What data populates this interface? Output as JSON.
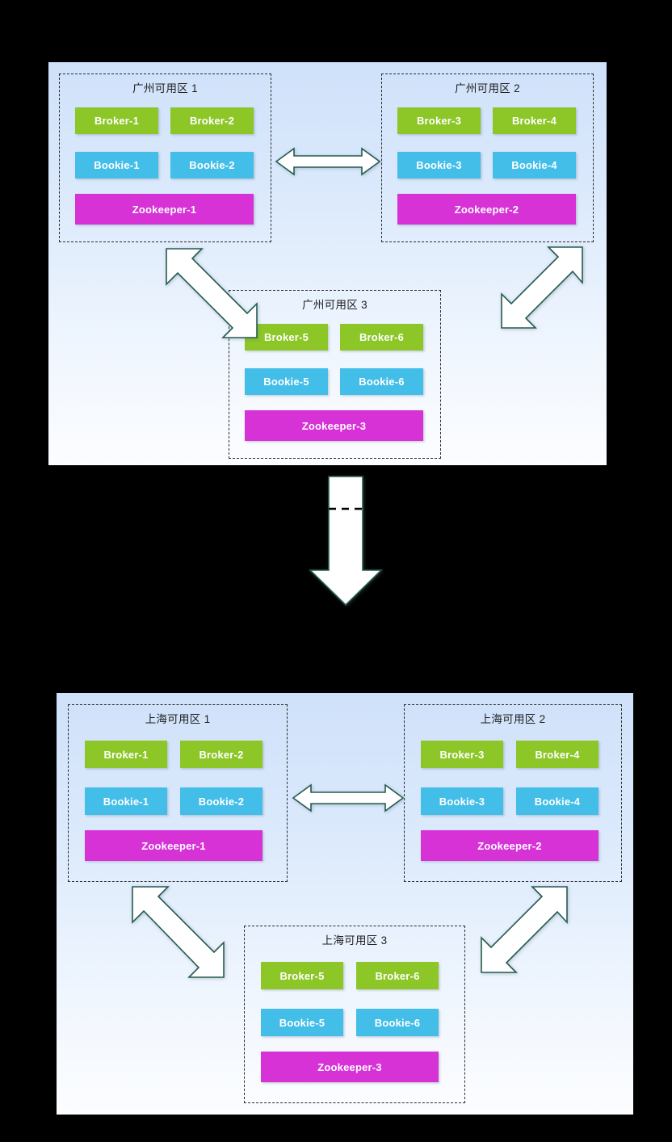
{
  "diagram": {
    "type": "deployment-architecture",
    "title_present": false,
    "colors": {
      "broker": "#8cc627",
      "bookie": "#43bee8",
      "zookeeper": "#d632d6",
      "region_bg_top": "#cfe1fa",
      "region_bg_bottom": "#fcfdff",
      "arrow_fill": "#ffffff",
      "arrow_stroke": "#265b50",
      "zone_border": "#2b2b2b"
    },
    "regions": [
      {
        "id": "guangzhou",
        "zones": [
          {
            "id": "gz-az-1",
            "title": "广州可用区 1",
            "nodes": [
              {
                "label": "Broker-1",
                "kind": "broker"
              },
              {
                "label": "Broker-2",
                "kind": "broker"
              },
              {
                "label": "Bookie-1",
                "kind": "bookie"
              },
              {
                "label": "Bookie-2",
                "kind": "bookie"
              },
              {
                "label": "Zookeeper-1",
                "kind": "zookeeper"
              }
            ]
          },
          {
            "id": "gz-az-2",
            "title": "广州可用区 2",
            "nodes": [
              {
                "label": "Broker-3",
                "kind": "broker"
              },
              {
                "label": "Broker-4",
                "kind": "broker"
              },
              {
                "label": "Bookie-3",
                "kind": "bookie"
              },
              {
                "label": "Bookie-4",
                "kind": "bookie"
              },
              {
                "label": "Zookeeper-2",
                "kind": "zookeeper"
              }
            ]
          },
          {
            "id": "gz-az-3",
            "title": "广州可用区 3",
            "nodes": [
              {
                "label": "Broker-5",
                "kind": "broker"
              },
              {
                "label": "Broker-6",
                "kind": "broker"
              },
              {
                "label": "Bookie-5",
                "kind": "bookie"
              },
              {
                "label": "Bookie-6",
                "kind": "bookie"
              },
              {
                "label": "Zookeeper-3",
                "kind": "zookeeper"
              }
            ]
          }
        ],
        "connectors": [
          {
            "id": "gz-1-2",
            "style": "double-horizontal"
          },
          {
            "id": "gz-1-3",
            "style": "double-diagonal-down-right"
          },
          {
            "id": "gz-2-3",
            "style": "double-diagonal-down-left"
          }
        ]
      },
      {
        "id": "shanghai",
        "zones": [
          {
            "id": "sh-az-1",
            "title": "上海可用区 1",
            "nodes": [
              {
                "label": "Broker-1",
                "kind": "broker"
              },
              {
                "label": "Broker-2",
                "kind": "broker"
              },
              {
                "label": "Bookie-1",
                "kind": "bookie"
              },
              {
                "label": "Bookie-2",
                "kind": "bookie"
              },
              {
                "label": "Zookeeper-1",
                "kind": "zookeeper"
              }
            ]
          },
          {
            "id": "sh-az-2",
            "title": "上海可用区 2",
            "nodes": [
              {
                "label": "Broker-3",
                "kind": "broker"
              },
              {
                "label": "Broker-4",
                "kind": "broker"
              },
              {
                "label": "Bookie-3",
                "kind": "bookie"
              },
              {
                "label": "Bookie-4",
                "kind": "bookie"
              },
              {
                "label": "Zookeeper-2",
                "kind": "zookeeper"
              }
            ]
          },
          {
            "id": "sh-az-3",
            "title": "上海可用区 3",
            "nodes": [
              {
                "label": "Broker-5",
                "kind": "broker"
              },
              {
                "label": "Broker-6",
                "kind": "broker"
              },
              {
                "label": "Bookie-5",
                "kind": "bookie"
              },
              {
                "label": "Bookie-6",
                "kind": "bookie"
              },
              {
                "label": "Zookeeper-3",
                "kind": "zookeeper"
              }
            ]
          }
        ],
        "connectors": [
          {
            "id": "sh-1-2",
            "style": "double-horizontal"
          },
          {
            "id": "sh-1-3",
            "style": "double-diagonal-down-right"
          },
          {
            "id": "sh-2-3",
            "style": "double-diagonal-down-left"
          }
        ]
      }
    ],
    "region_link": {
      "id": "region-replication-arrow",
      "style": "block-arrow-down",
      "has_dashed_divider": true
    }
  }
}
